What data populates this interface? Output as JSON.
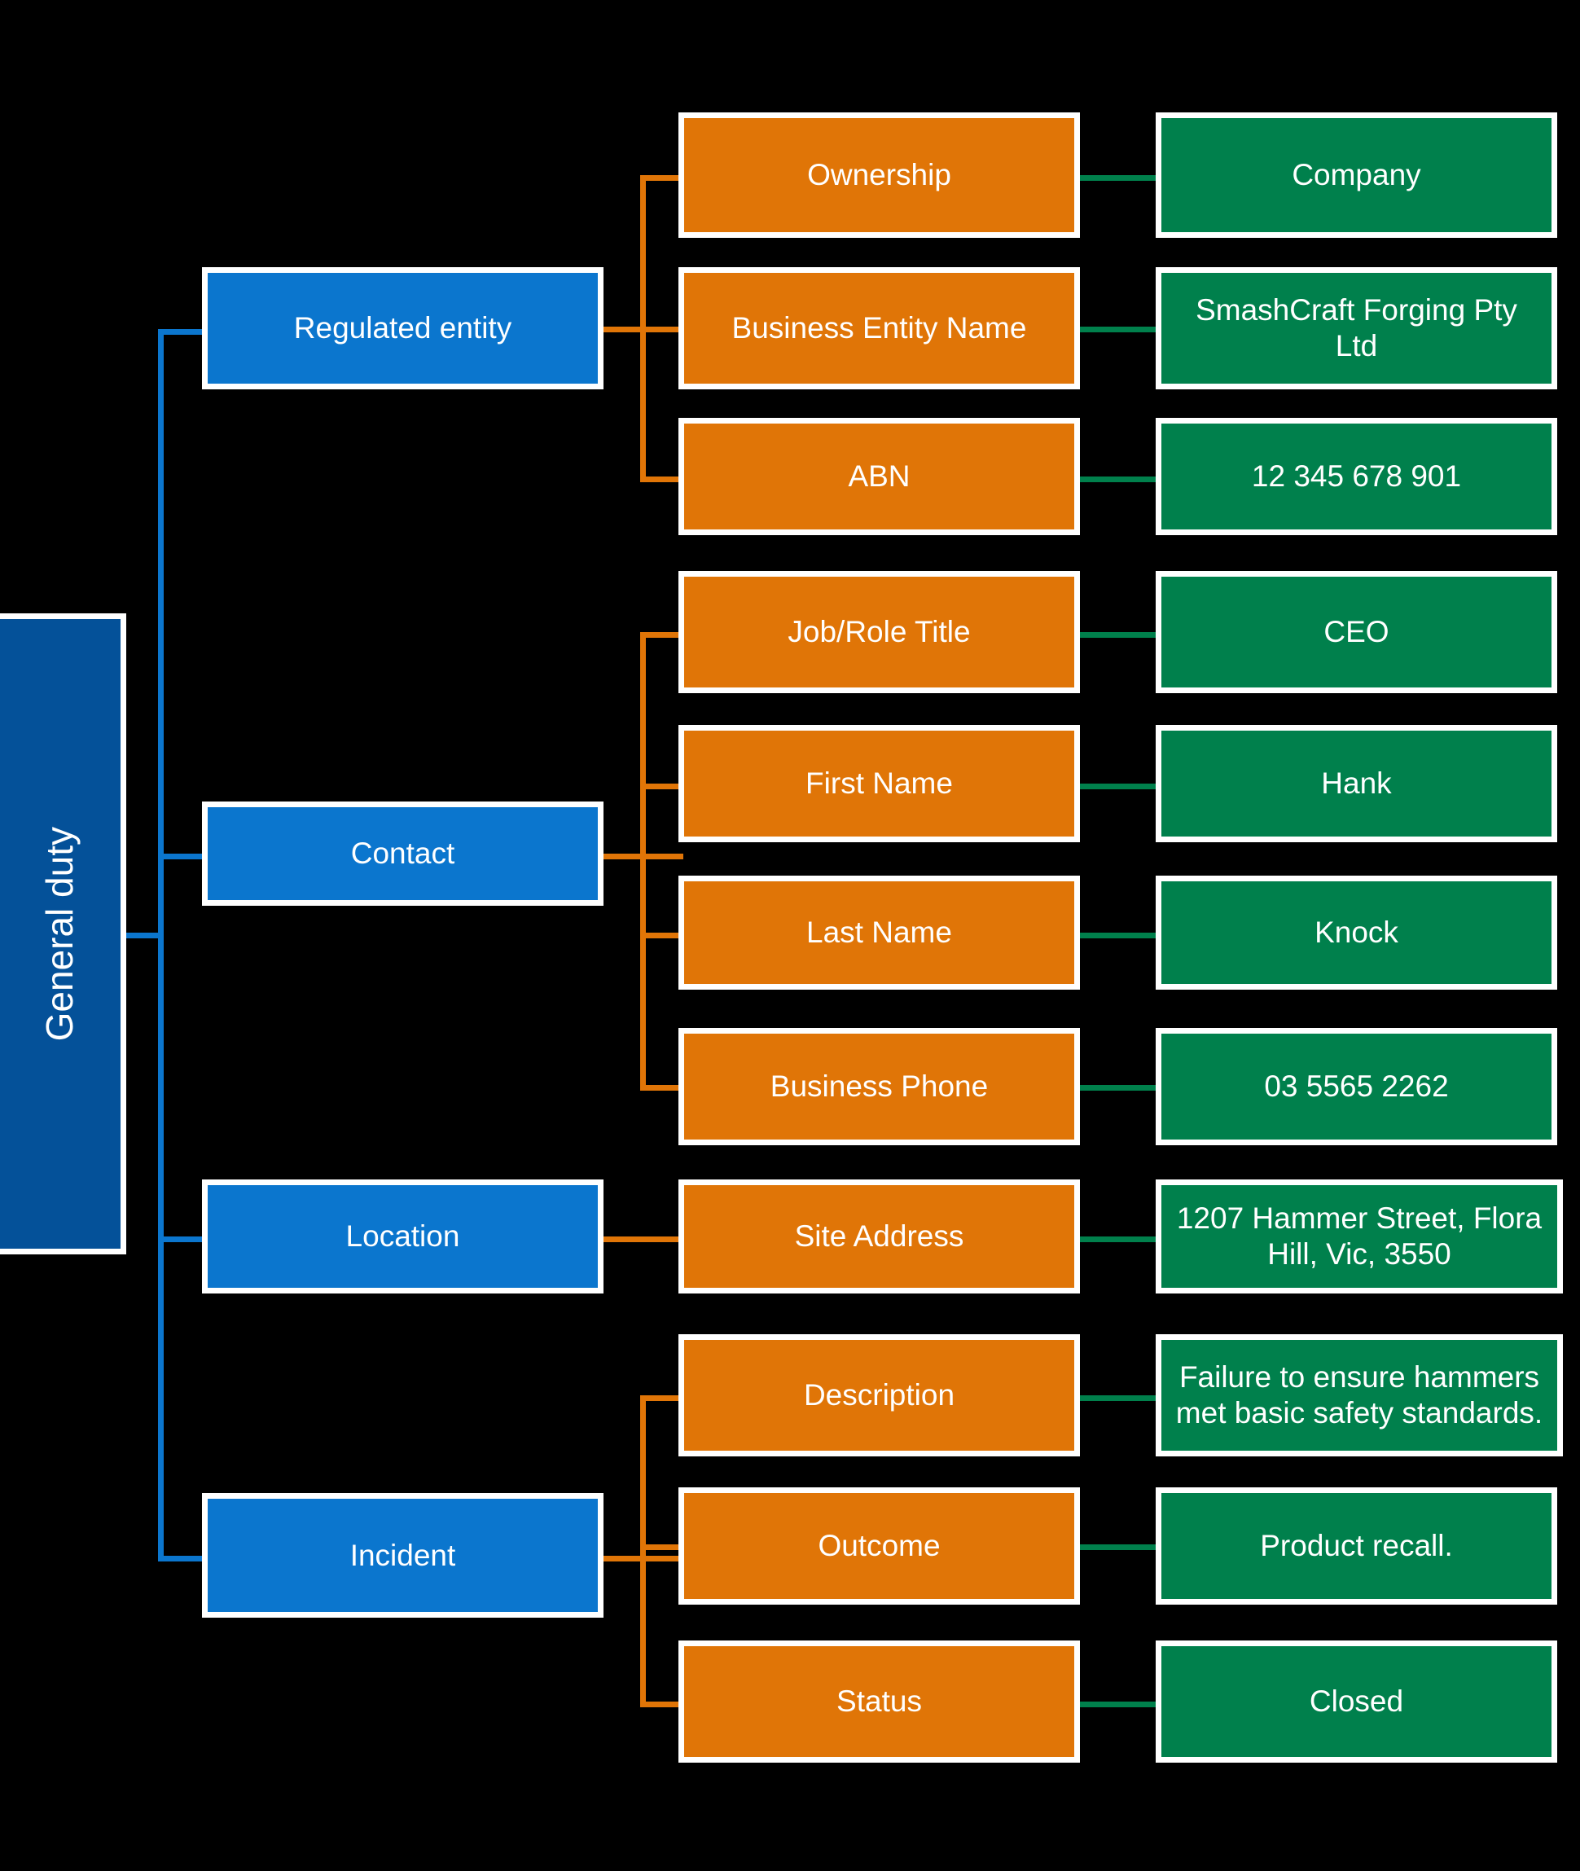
{
  "diagram": {
    "title": "General duty",
    "type": "hierarchical-tree",
    "colors": {
      "root": "#045199",
      "category": "#0B76CE",
      "field": "#E07507",
      "value": "#00804C",
      "background": "#000000",
      "border": "#FFFFFF"
    },
    "root": {
      "label": "General duty"
    },
    "categories": [
      {
        "id": "regulated-entity",
        "label": "Regulated entity",
        "fields": [
          {
            "id": "ownership",
            "label": "Ownership",
            "value": "Company"
          },
          {
            "id": "business-entity-name",
            "label": "Business Entity Name",
            "value": "SmashCraft Forging Pty Ltd"
          },
          {
            "id": "abn",
            "label": "ABN",
            "value": "12 345 678 901"
          }
        ]
      },
      {
        "id": "contact",
        "label": "Contact",
        "fields": [
          {
            "id": "job-role-title",
            "label": "Job/Role Title",
            "value": "CEO"
          },
          {
            "id": "first-name",
            "label": "First Name",
            "value": "Hank"
          },
          {
            "id": "last-name",
            "label": "Last Name",
            "value": "Knock"
          },
          {
            "id": "business-phone",
            "label": "Business Phone",
            "value": "03 5565 2262"
          }
        ]
      },
      {
        "id": "location",
        "label": "Location",
        "fields": [
          {
            "id": "site-address",
            "label": "Site Address",
            "value": "1207 Hammer Street, Flora Hill, Vic, 3550"
          }
        ]
      },
      {
        "id": "incident",
        "label": "Incident",
        "fields": [
          {
            "id": "description",
            "label": "Description",
            "value": "Failure to ensure hammers met basic safety standards."
          },
          {
            "id": "outcome",
            "label": "Outcome",
            "value": "Product recall."
          },
          {
            "id": "status",
            "label": "Status",
            "value": "Closed"
          }
        ]
      }
    ]
  }
}
